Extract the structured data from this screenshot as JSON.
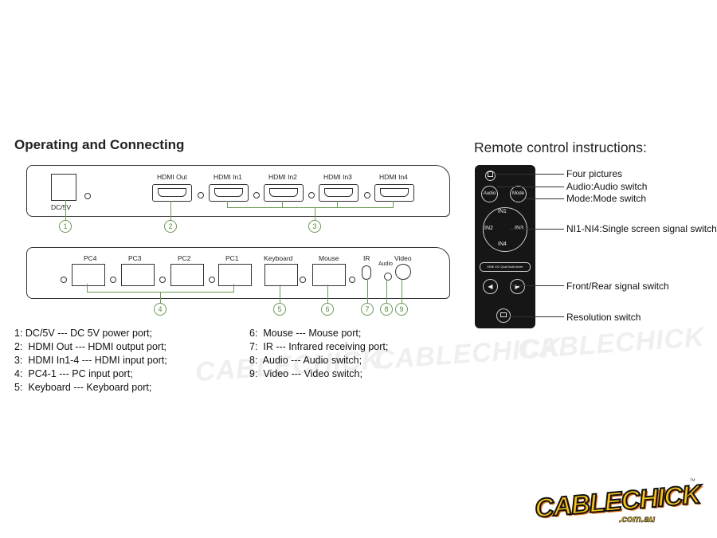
{
  "titles": {
    "operating": "Operating and Connecting",
    "remote": "Remote control instructions:"
  },
  "top_panel": {
    "ports": [
      {
        "label": "DC/5V"
      },
      {
        "label": "HDMI Out"
      },
      {
        "label": "HDMI In1"
      },
      {
        "label": "HDMI In2"
      },
      {
        "label": "HDMI In3"
      },
      {
        "label": "HDMI In4"
      }
    ],
    "callouts": [
      "1",
      "2",
      "3"
    ]
  },
  "bottom_panel": {
    "ports": [
      {
        "label": "PC4"
      },
      {
        "label": "PC3"
      },
      {
        "label": "PC2"
      },
      {
        "label": "PC1"
      },
      {
        "label": "Keyboard"
      },
      {
        "label": "Mouse"
      },
      {
        "label": "IR"
      },
      {
        "label": "Audio"
      },
      {
        "label": "Video"
      }
    ],
    "callouts": [
      "4",
      "5",
      "6",
      "7",
      "8",
      "9"
    ]
  },
  "legend_left": [
    "1: DC/5V --- DC 5V power port;",
    "2:  HDMI Out --- HDMI output port;",
    "3:  HDMI In1-4 --- HDMI input port;",
    "4:  PC4-1 --- PC input port;",
    "5:  Keyboard --- Keyboard port;"
  ],
  "legend_right": [
    "6:  Mouse --- Mouse port;",
    "7:  IR --- Infrared receiving port;",
    "8:  Audio --- Audio switch;",
    "9:  Video --- Video switch;"
  ],
  "remote": {
    "buttons": {
      "audio": "Audio",
      "mode": "Mode",
      "in1": "IN1",
      "in2": "IN2",
      "in3": "IN3",
      "in4": "IN4",
      "device": "HDMI 4X1 Quad Multi-viewer"
    },
    "labels": [
      "Four pictures",
      "Audio:Audio switch",
      "Mode:Mode switch",
      "NI1-NI4:Single screen signal switch",
      "Front/Rear signal switch",
      "Resolution switch"
    ]
  },
  "watermark": {
    "brand": "CABLECHICK",
    "domain": ".com.au",
    "trademark": "™"
  },
  "colors": {
    "callout_green": "#6a9a55",
    "logo_yellow": "#f6c21b",
    "logo_orange": "#e8731a"
  }
}
